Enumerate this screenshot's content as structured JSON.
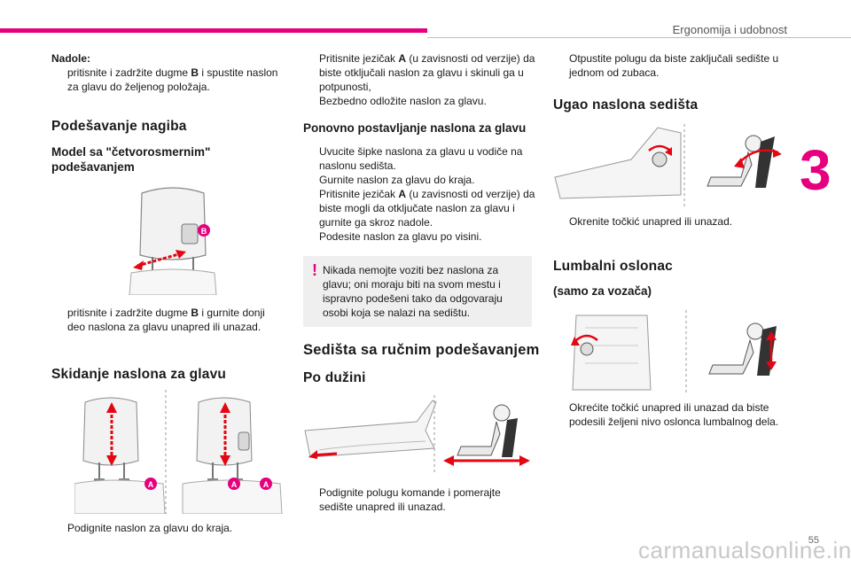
{
  "header": {
    "section_name": "Ergonomija i udobnost",
    "chapter_number": "3",
    "page_number": "55",
    "watermark": "carmanualsonline.info"
  },
  "col1": {
    "nadole_heading": "Nadole:",
    "nadole_text_pre": "pritisnite i zadržite dugme ",
    "nadole_key": "B",
    "nadole_text_post": " i spustite naslon za glavu do željenog položaja.",
    "h_nagib": "Podešavanje nagiba",
    "h_model": "Model sa \"četvorosmernim\" podešavanjem",
    "fig1_label": "B",
    "nagib_text_pre": "pritisnite i zadržite dugme ",
    "nagib_key": "B",
    "nagib_text_post": " i gurnite donji deo naslona za glavu unapred ili unazad.",
    "h_skidanje": "Skidanje naslona za glavu",
    "fig2_label_a1": "A",
    "fig2_label_a2": "A",
    "fig2_label_a3": "A",
    "skidanje_text": "Podignite naslon za glavu do kraja."
  },
  "col2": {
    "b1_pre": "Pritisnite jezičak ",
    "b1_key": "A",
    "b1_post": " (u zavisnosti od verzije) da biste otključali naslon za glavu i skinuli ga u potpunosti,",
    "b2": "Bezbedno odložite naslon za glavu.",
    "h_ponovno": "Ponovno postavljanje naslona za glavu",
    "p1": "Uvucite šipke naslona za glavu u vodiče na naslonu sedišta.",
    "p2": "Gurnite naslon za glavu do kraja.",
    "p3_pre": "Pritisnite jezičak ",
    "p3_key": "A",
    "p3_post": " (u zavisnosti od verzije) da biste mogli da otključate naslon za glavu i gurnite ga skroz nadole.",
    "p4": "Podesite naslon za glavu po visini.",
    "warning_mark": "!",
    "warning": "Nikada nemojte voziti bez naslona za glavu; oni moraju biti na svom mestu i ispravno podešeni tako da odgovaraju osobi koja se nalazi na sedištu.",
    "h_sedista": "Sedišta sa ručnim podešavanjem",
    "h_duzina": "Po dužini",
    "duzina_text": "Podignite polugu komande i pomerajte sedište unapred ili unazad."
  },
  "col3": {
    "release_text": "Otpustite polugu da biste zaključali sedište u jednom od zubaca.",
    "h_ugao": "Ugao naslona sedišta",
    "ugao_text": "Okrenite točkić unapred ili unazad.",
    "h_lumbalni": "Lumbalni oslonac",
    "h_vozac": "(samo za vozača)",
    "lumbalni_text": "Okrećite točkić unapred ili unazad da biste podesili željeni nivo oslonca lumbalnog dela."
  },
  "bullet_glyph": "",
  "colors": {
    "accent": "#e6007e",
    "warning_bg": "#efefef",
    "arrow": "#e30613"
  }
}
